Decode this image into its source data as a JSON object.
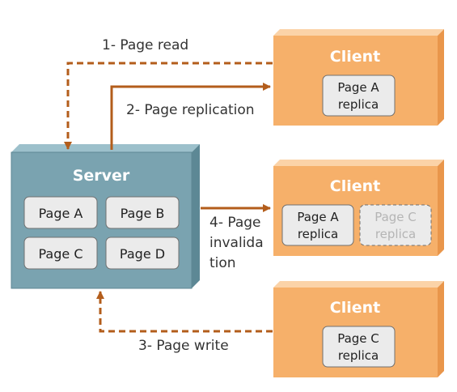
{
  "server": {
    "title": "Server",
    "pages": [
      "Page A",
      "Page B",
      "Page C",
      "Page D"
    ]
  },
  "clients": [
    {
      "title": "Client",
      "replicas": [
        {
          "line1": "Page A",
          "line2": "replica",
          "ghost": false
        }
      ]
    },
    {
      "title": "Client",
      "replicas": [
        {
          "line1": "Page A",
          "line2": "replica",
          "ghost": false
        },
        {
          "line1": "Page C",
          "line2": "replica",
          "ghost": true
        }
      ]
    },
    {
      "title": "Client",
      "replicas": [
        {
          "line1": "Page C",
          "line2": "replica",
          "ghost": false
        }
      ]
    }
  ],
  "arrows": {
    "page_read": "1- Page read",
    "page_replication": "2- Page replication",
    "page_write": "3- Page write",
    "page_invalidation": [
      "4- Page",
      "invalida",
      "tion"
    ]
  },
  "colors": {
    "server_face": "#7aa3b0",
    "server_edge": "#5e8794",
    "server_top": "#9cc0cb",
    "server_side": "#5d8895",
    "client_face": "#f6b06a",
    "client_top": "#fbd3a8",
    "client_side": "#e9964b",
    "box_fill": "#ebebeb",
    "box_stroke": "#707070",
    "ghost_text": "#b5b5b5",
    "arrow": "#b35d1b",
    "label_text": "#333333"
  }
}
